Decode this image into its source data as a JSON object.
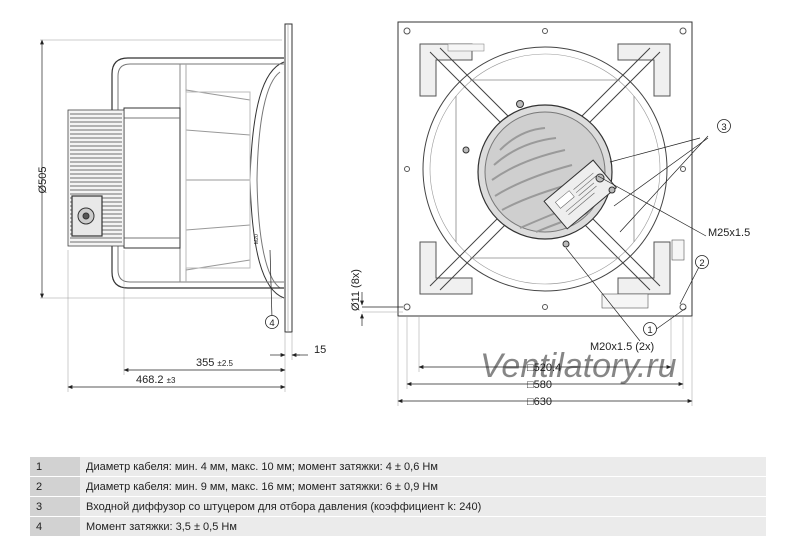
{
  "dimensions": {
    "diameter": "Ø505",
    "depth": "355",
    "depth_tol": "±2.5",
    "overall_length": "468.2",
    "overall_length_tol": "±3",
    "flange": "15",
    "holes": "Ø11 (8x)",
    "bolt_spacing": "520.4",
    "frame_inner": "580",
    "frame_outer": "630",
    "thread_large": "M25x1.5",
    "thread_small": "M20x1.5 (2x)"
  },
  "callouts": {
    "c1": "1",
    "c2": "2",
    "c3": "3",
    "c4": "4"
  },
  "watermark": "Ventilatory.ru",
  "notes": [
    {
      "num": "1",
      "text": "Диаметр кабеля: мин. 4 мм, макс. 10 мм; момент затяжки: 4 ± 0,6 Нм"
    },
    {
      "num": "2",
      "text": "Диаметр кабеля: мин. 9 мм, макс. 16 мм; момент затяжки: 6 ± 0,9 Нм"
    },
    {
      "num": "3",
      "text": "Входной диффузор со штуцером для отбора давления (коэффициент k: 240)"
    },
    {
      "num": "4",
      "text": "Момент затяжки: 3,5 ± 0,5 Нм"
    }
  ]
}
